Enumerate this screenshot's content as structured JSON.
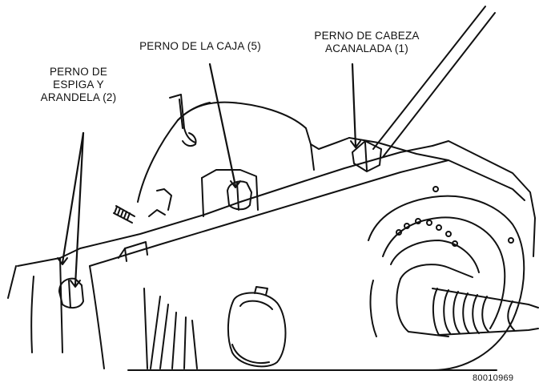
{
  "callouts": {
    "dowel_bolt": {
      "lines": [
        "PERNO DE",
        "ESPIGA Y",
        "ARANDELA (2)"
      ]
    },
    "case_bolt": {
      "lines": [
        "PERNO DE LA CAJA (5)"
      ]
    },
    "splined_bolt": {
      "lines": [
        "PERNO DE CABEZA",
        "ACANALADA (1)"
      ]
    }
  },
  "figure_number": "80010969"
}
